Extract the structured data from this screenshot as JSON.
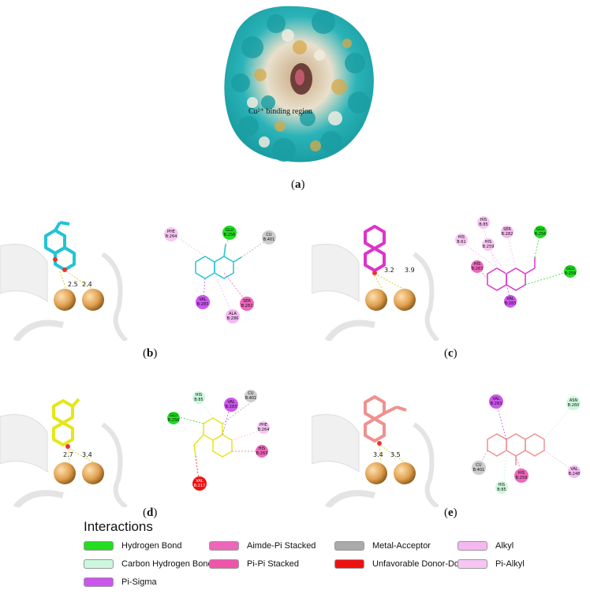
{
  "panels": {
    "a": {
      "label": "a",
      "region_text": "Cu²⁺ binding region"
    },
    "b": {
      "label": "b",
      "distances": [
        "2.5",
        "2.4"
      ],
      "residues": [
        "PHE B:264",
        "GLU B:256",
        "CU B:401",
        "VAL B:283",
        "SER B:282",
        "ALA B:286"
      ]
    },
    "c": {
      "label": "c",
      "distances": [
        "3.2",
        "3.9"
      ],
      "residues": [
        "HIS B:85",
        "HIS B:61",
        "HIS B:259",
        "SER B:282",
        "GLU B:256",
        "GLU B:259",
        "HIS B:263",
        "VAL B:283"
      ]
    },
    "d": {
      "label": "d",
      "distances": [
        "2.7",
        "3.4"
      ],
      "residues": [
        "HIS B:85",
        "CU B:401",
        "GLU B:256",
        "VAL B:283",
        "PHE B:264",
        "HIS B:263",
        "VAL B:217"
      ]
    },
    "e": {
      "label": "e",
      "distances": [
        "3.4",
        "3.5"
      ],
      "residues": [
        "VAL B:283",
        "ASN B:260",
        "CU B:401",
        "HIS B:259",
        "HIS B:85",
        "VAL B:248"
      ]
    }
  },
  "legend": {
    "title": "Interactions",
    "items": [
      {
        "label": "Hydrogen Bond",
        "color": "#22dd22"
      },
      {
        "label": "Carbon Hydrogen Bond",
        "color": "#ccf7dd"
      },
      {
        "label": "Pi-Sigma",
        "color": "#cc55ee"
      },
      {
        "label": "Aimde-Pi Stacked",
        "color": "#ee66bb"
      },
      {
        "label": "Pi-Pi Stacked",
        "color": "#ee55aa"
      },
      {
        "label": "Metal-Acceptor",
        "color": "#aaaaaa"
      },
      {
        "label": "Unfavorable Donor-Donor",
        "color": "#ee1111"
      },
      {
        "label": "Alkyl",
        "color": "#f4b8f0"
      },
      {
        "label": "Pi-Alkyl",
        "color": "#f7c6f3"
      }
    ]
  }
}
